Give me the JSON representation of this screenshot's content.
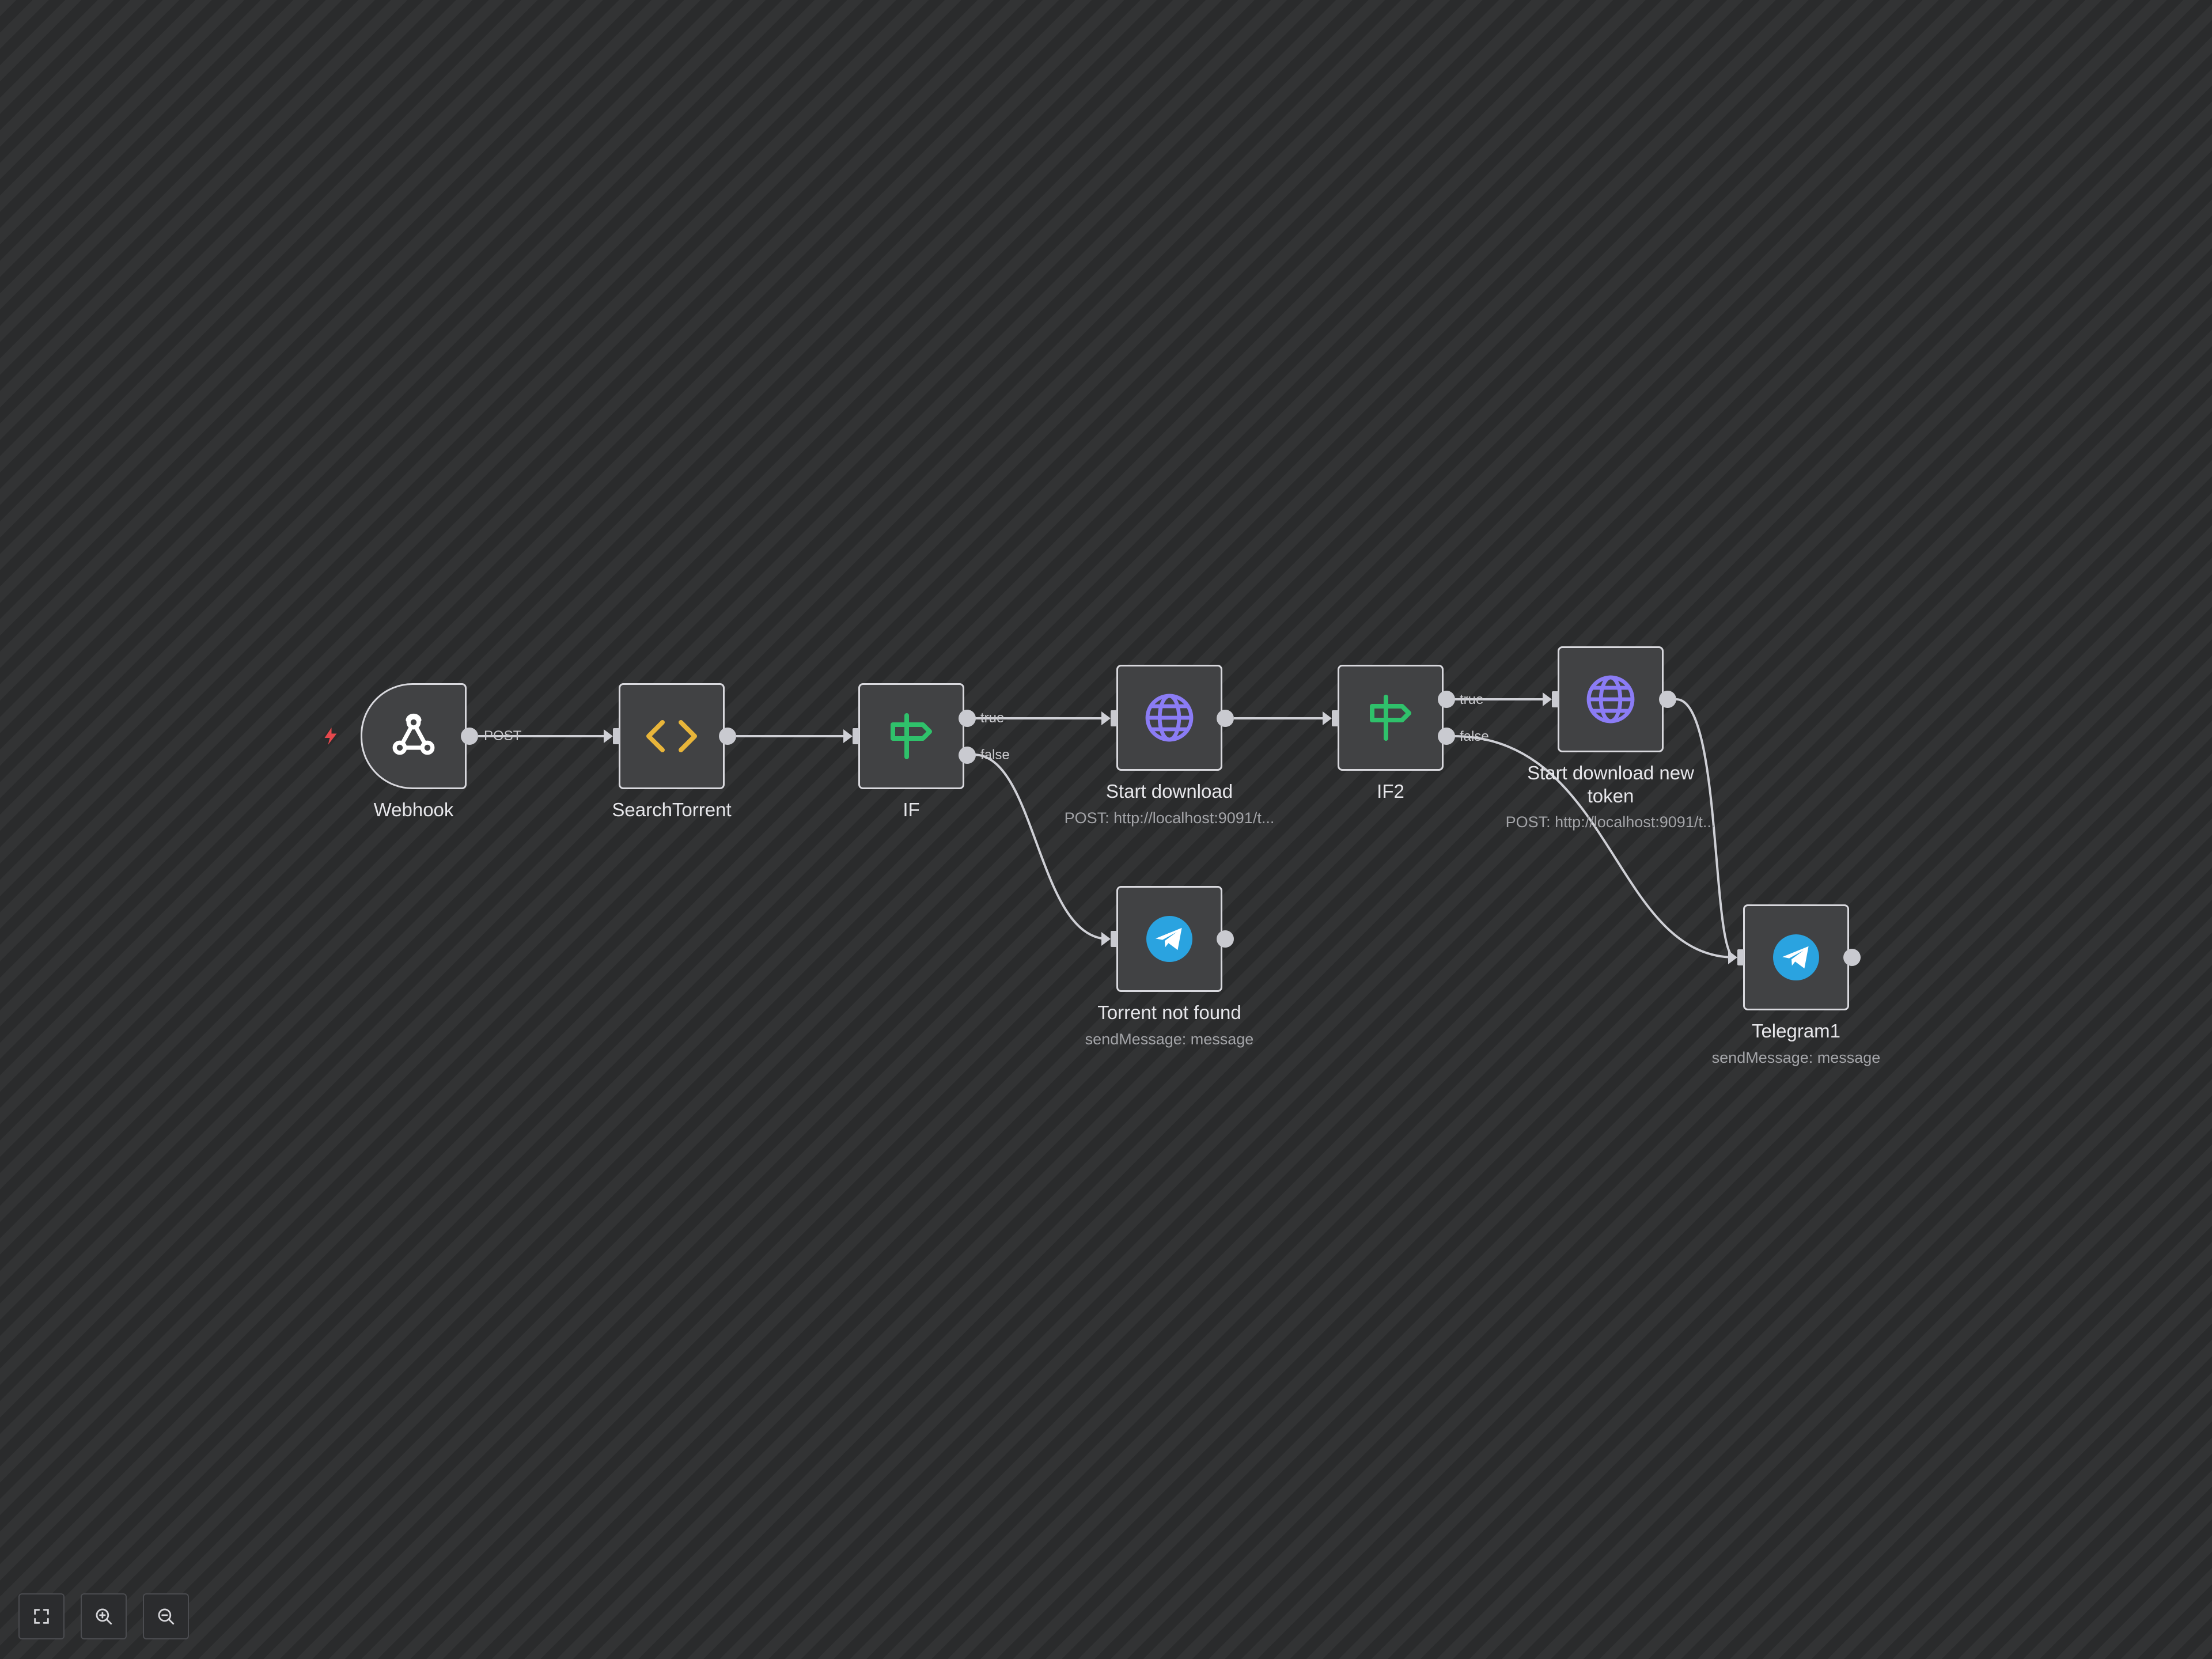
{
  "nodes": {
    "webhook": {
      "label": "Webhook",
      "icon": "webhook-icon",
      "output_label": "POST"
    },
    "search_torrent": {
      "label": "SearchTorrent",
      "icon": "code-icon"
    },
    "if1": {
      "label": "IF",
      "icon": "signpost-icon",
      "true_label": "true",
      "false_label": "false"
    },
    "start_download": {
      "label": "Start download",
      "subtitle": "POST: http://localhost:9091/t...",
      "icon": "globe-icon"
    },
    "if2": {
      "label": "IF2",
      "icon": "signpost-icon",
      "true_label": "true",
      "false_label": "false"
    },
    "start_download_new_token": {
      "label_line1": "Start download new",
      "label_line2": "token",
      "subtitle": "POST: http://localhost:9091/t...",
      "icon": "globe-icon"
    },
    "torrent_not_found": {
      "label": "Torrent not found",
      "subtitle": "sendMessage: message",
      "icon": "telegram-icon"
    },
    "telegram1": {
      "label": "Telegram1",
      "subtitle": "sendMessage: message",
      "icon": "telegram-icon"
    }
  },
  "colors": {
    "code_icon": "#e8b53a",
    "if_icon": "#2fc16b",
    "http_icon": "#8b7cf5",
    "telegram_icon": "#2aa3e0",
    "trigger_bolt": "#e5484d"
  },
  "controls": {
    "fit_icon": "fit-view-icon",
    "zoom_in_icon": "zoom-in-icon",
    "zoom_out_icon": "zoom-out-icon"
  }
}
